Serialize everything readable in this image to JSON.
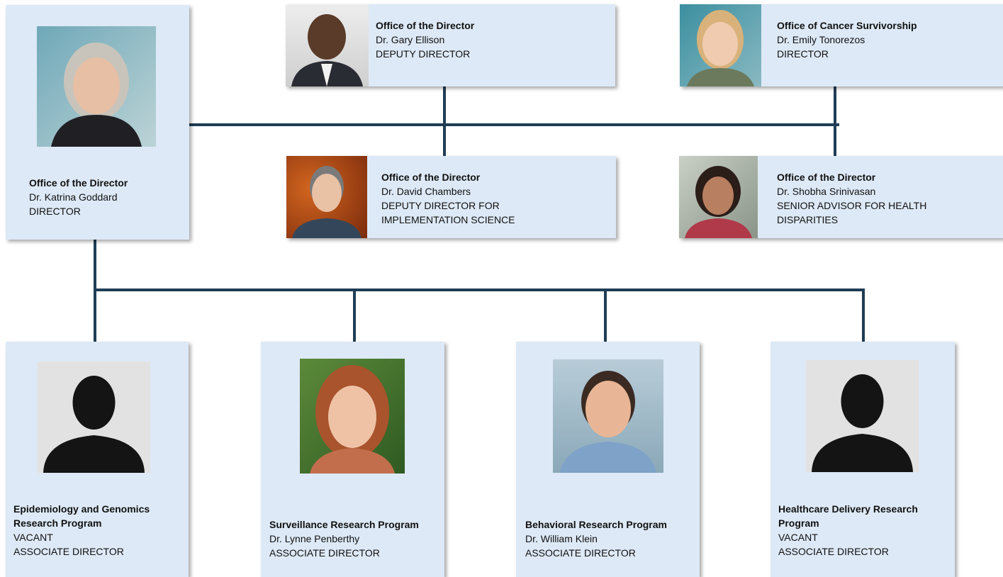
{
  "director": {
    "org": "Office of the Director",
    "name": "Dr. Katrina Goddard",
    "title": "DIRECTOR"
  },
  "deputy": {
    "org": "Office of the Director",
    "name": "Dr. Gary Ellison",
    "title": "DEPUTY DIRECTOR"
  },
  "survivorship": {
    "org": "Office of Cancer Survivorship",
    "name": "Dr. Emily Tonorezos",
    "title": "DIRECTOR"
  },
  "implementation": {
    "org": "Office of the Director",
    "name": "Dr. David Chambers",
    "title_line1": "DEPUTY DIRECTOR FOR",
    "title_line2": "IMPLEMENTATION SCIENCE"
  },
  "disparities": {
    "org": "Office of the Director",
    "name": "Dr. Shobha Srinivasan",
    "title_line1": "SENIOR ADVISOR FOR HEALTH",
    "title_line2": "DISPARITIES"
  },
  "programs": {
    "epi": {
      "org_line1": "Epidemiology and Genomics",
      "org_line2": "Research Program",
      "name": "VACANT",
      "title": "ASSOCIATE DIRECTOR"
    },
    "surveillance": {
      "org": "Surveillance Research Program",
      "name": "Dr. Lynne Penberthy",
      "title": "ASSOCIATE DIRECTOR"
    },
    "behavioral": {
      "org": "Behavioral Research Program",
      "name": "Dr. William Klein",
      "title": "ASSOCIATE DIRECTOR"
    },
    "healthcare": {
      "org_line1": "Healthcare Delivery Research",
      "org_line2": "Program",
      "name": "VACANT",
      "title": "ASSOCIATE DIRECTOR"
    }
  },
  "colors": {
    "card_bg": "#dde9f6",
    "connector": "#1f3d55"
  }
}
